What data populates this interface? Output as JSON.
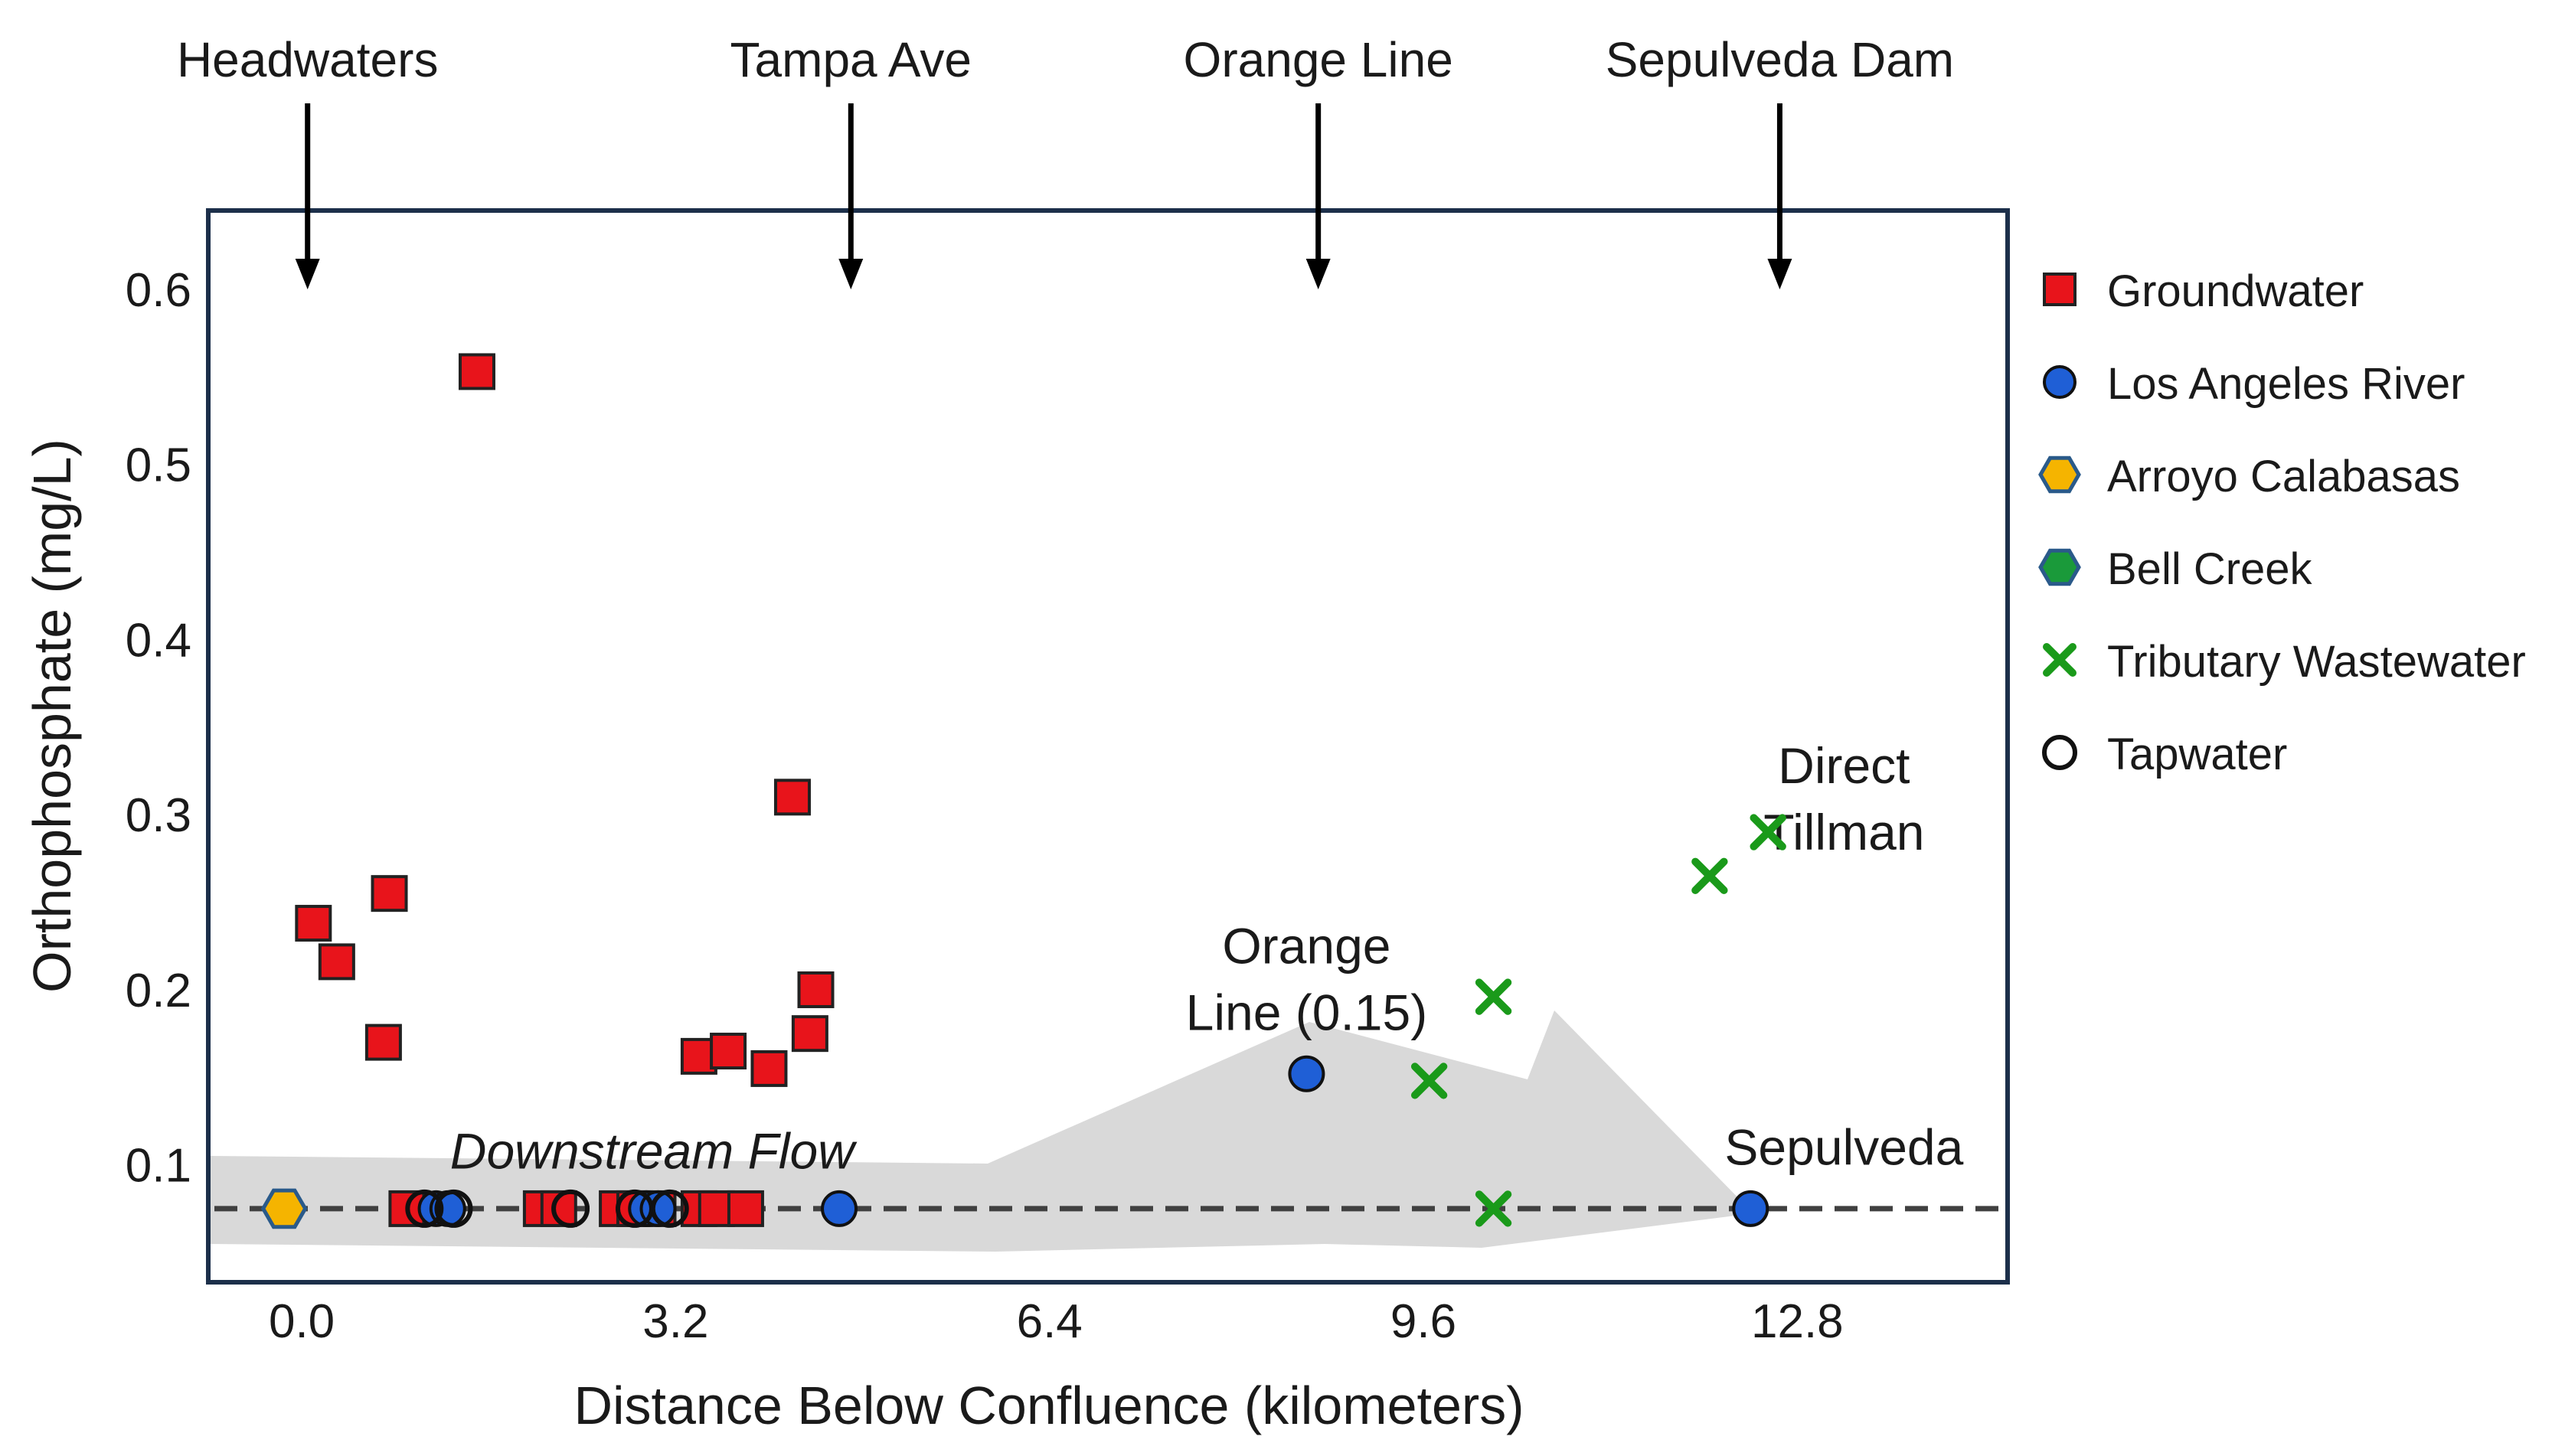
{
  "chart_data": {
    "type": "scatter",
    "title": "",
    "xlabel": "Distance Below Confluence (kilometers)",
    "ylabel": "Orthophosphate (mg/L)",
    "xlim": [
      -0.8,
      14.6
    ],
    "ylim": [
      0.033,
      0.645
    ],
    "xticks": [
      0.0,
      3.2,
      6.4,
      9.6,
      12.8
    ],
    "xtick_labels": [
      "0.0",
      "3.2",
      "6.4",
      "9.6",
      "12.8"
    ],
    "yticks": [
      0.1,
      0.2,
      0.3,
      0.4,
      0.5,
      0.6
    ],
    "ytick_labels": [
      "0.1",
      "0.2",
      "0.3",
      "0.4",
      "0.5",
      "0.6"
    ],
    "grid": false,
    "legend_position": "right",
    "reference_line": {
      "y": 0.075,
      "style": "dashed",
      "color": "#404040"
    },
    "site_markers": [
      {
        "label": "Headwaters",
        "x": 0.05
      },
      {
        "label": "Tampa Ave",
        "x": 4.7
      },
      {
        "label": "Orange Line",
        "x": 8.7
      },
      {
        "label": "Sepulveda Dam",
        "x": 12.65
      }
    ],
    "annotations": [
      {
        "text": "Downstream Flow",
        "x": 3.0,
        "y": 0.098,
        "italic": true
      },
      {
        "text": "Orange",
        "x": 8.6,
        "y": 0.215
      },
      {
        "text": "Line (0.15)",
        "x": 8.6,
        "y": 0.177
      },
      {
        "text": "Direct",
        "x": 13.2,
        "y": 0.318
      },
      {
        "text": "Tillman",
        "x": 13.2,
        "y": 0.28
      },
      {
        "text": "Sepulveda",
        "x": 13.2,
        "y": 0.1
      }
    ],
    "series": [
      {
        "name": "Groundwater",
        "marker": "square",
        "color": "#e8141b",
        "points": [
          [
            0.1,
            0.238
          ],
          [
            0.3,
            0.216
          ],
          [
            0.7,
            0.17
          ],
          [
            0.75,
            0.255
          ],
          [
            1.5,
            0.553
          ],
          [
            4.2,
            0.31
          ],
          [
            4.35,
            0.175
          ],
          [
            4.4,
            0.2
          ],
          [
            3.4,
            0.162
          ],
          [
            3.65,
            0.165
          ],
          [
            4.0,
            0.155
          ],
          [
            0.9,
            0.075
          ],
          [
            2.05,
            0.075
          ],
          [
            2.2,
            0.075
          ],
          [
            2.7,
            0.075
          ],
          [
            2.85,
            0.075
          ],
          [
            3.05,
            0.075
          ],
          [
            3.4,
            0.075
          ],
          [
            3.55,
            0.075
          ],
          [
            3.8,
            0.075
          ]
        ]
      },
      {
        "name": "Los Angeles River",
        "marker": "circle",
        "color": "#1f5fd6",
        "points": [
          [
            1.15,
            0.075
          ],
          [
            1.25,
            0.075
          ],
          [
            2.95,
            0.075
          ],
          [
            3.05,
            0.075
          ],
          [
            4.6,
            0.075
          ],
          [
            8.6,
            0.152
          ],
          [
            12.4,
            0.075
          ]
        ]
      },
      {
        "name": "Arroyo Calabasas",
        "marker": "hexagon",
        "color": "#f5b400",
        "points": [
          [
            -0.15,
            0.075
          ]
        ]
      },
      {
        "name": "Bell Creek",
        "marker": "hexagon",
        "color": "#1a9a3a",
        "points": []
      },
      {
        "name": "Tributary Wastewater",
        "marker": "x",
        "color": "#1a9a1a",
        "points": [
          [
            9.65,
            0.148
          ],
          [
            10.2,
            0.196
          ],
          [
            10.2,
            0.075
          ],
          [
            12.05,
            0.265
          ],
          [
            12.55,
            0.29
          ]
        ]
      },
      {
        "name": "Tapwater",
        "marker": "open-circle",
        "color": "#111111",
        "points": [
          [
            1.05,
            0.075
          ],
          [
            1.3,
            0.075
          ],
          [
            2.3,
            0.075
          ],
          [
            2.85,
            0.075
          ],
          [
            3.15,
            0.075
          ]
        ]
      }
    ]
  }
}
